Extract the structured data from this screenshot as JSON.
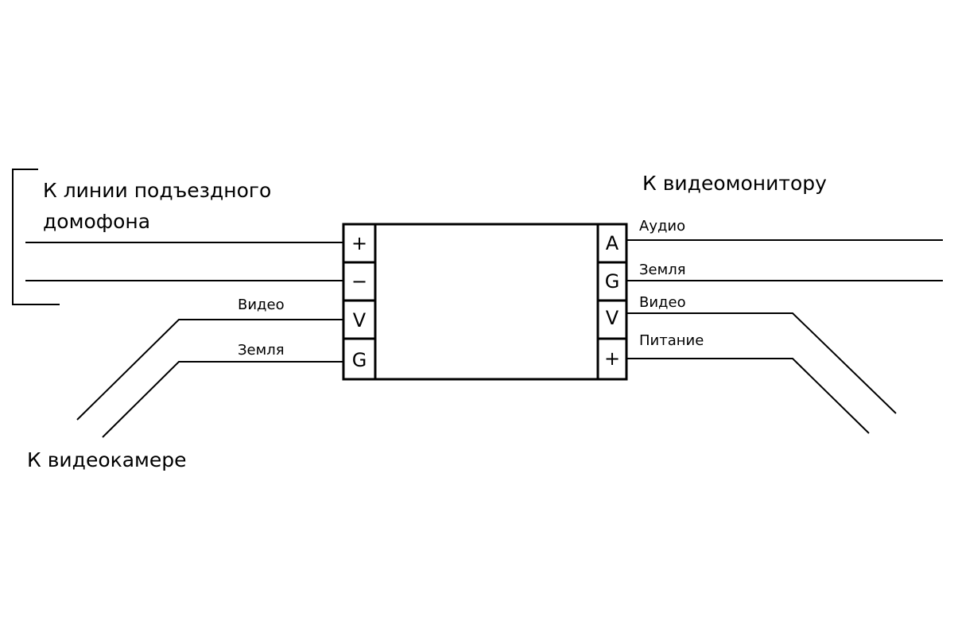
{
  "headings": {
    "intercom_line_1": "К линии подъездного",
    "intercom_line_2": "домофона",
    "monitor": "К видеомонитору",
    "camera": "К видеокамере"
  },
  "left_terminals": [
    "+",
    "−",
    "V",
    "G"
  ],
  "right_terminals": [
    "A",
    "G",
    "V",
    "+"
  ],
  "left_wire_labels": {
    "video": "Видео",
    "ground": "Земля"
  },
  "right_wire_labels": {
    "audio": "Аудио",
    "ground": "Земля",
    "video": "Видео",
    "power": "Питание"
  }
}
